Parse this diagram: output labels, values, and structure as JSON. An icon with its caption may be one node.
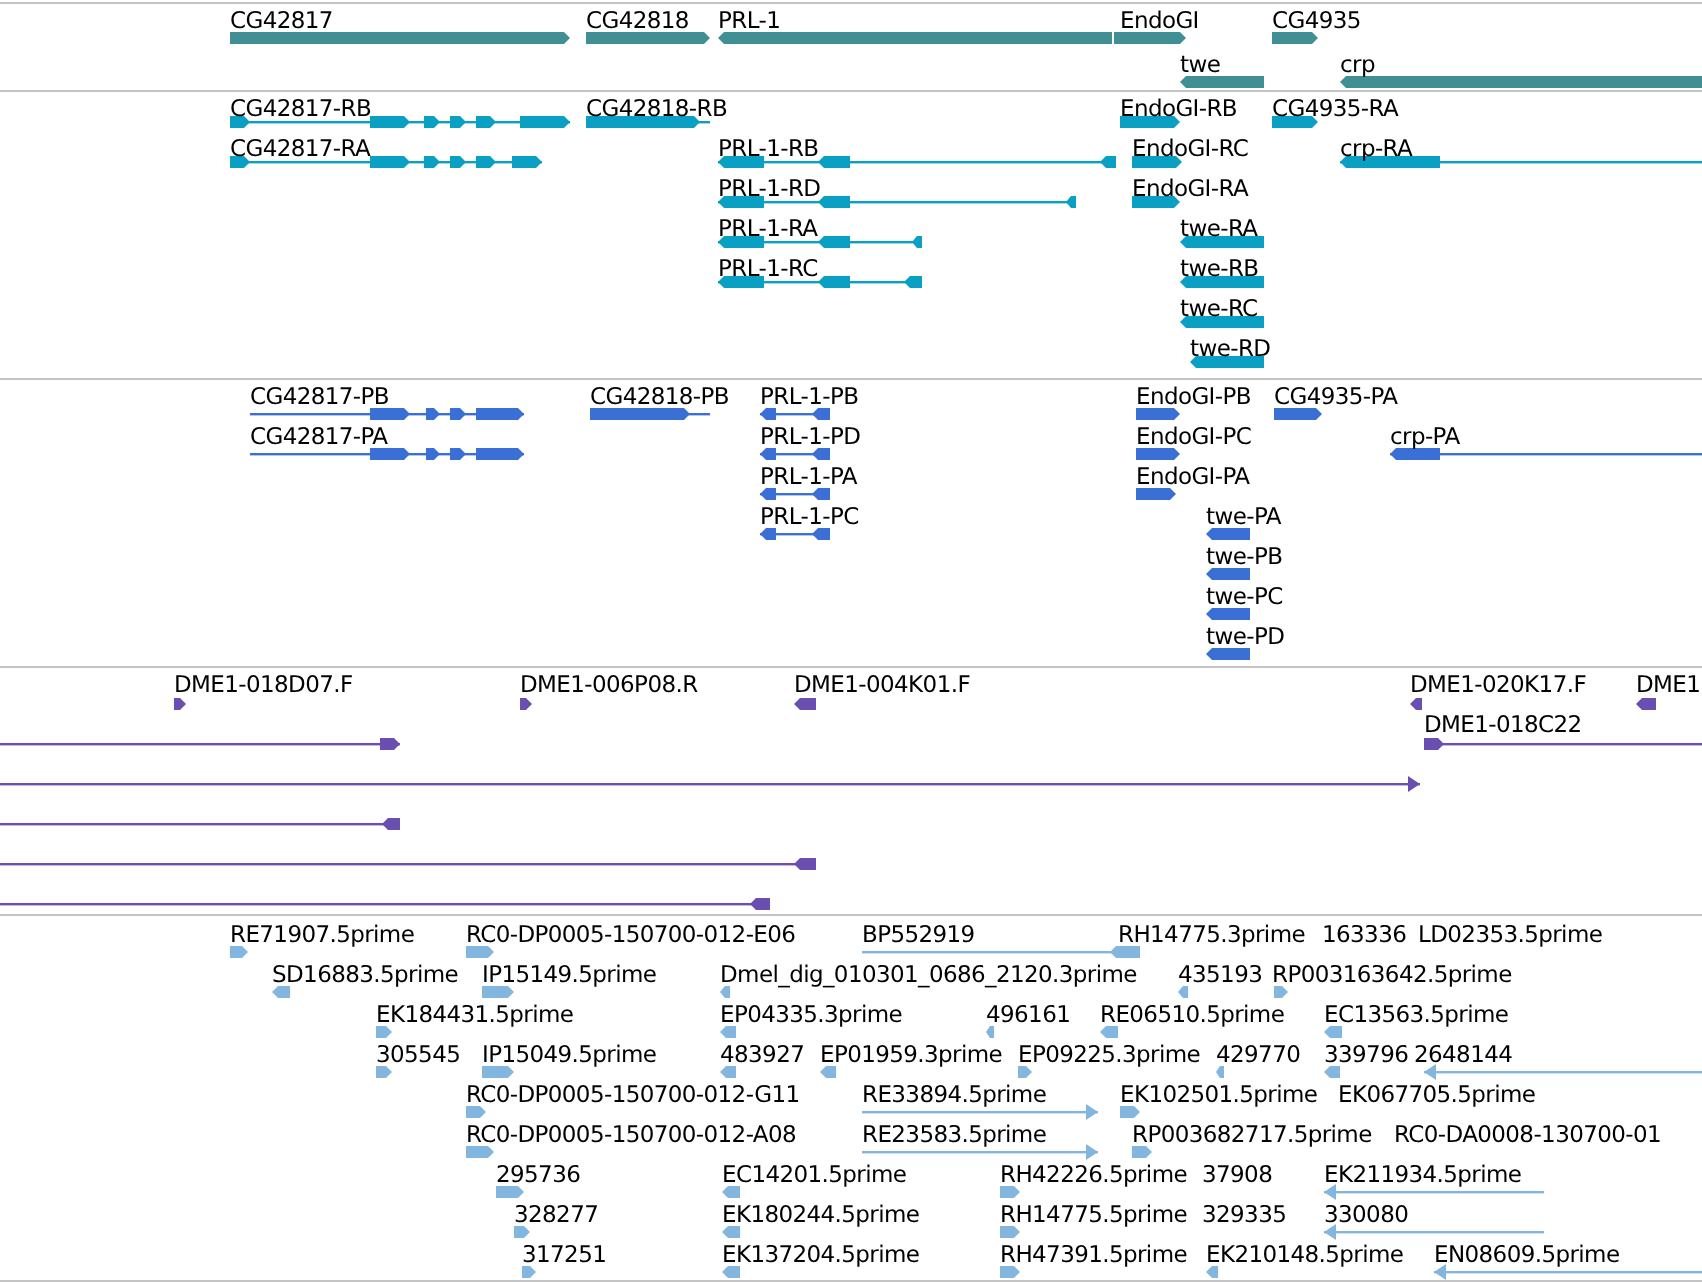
{
  "diagram": {
    "labels": [
      "CG42817",
      "CG42818",
      "PRL-1",
      "EndoGI",
      "CG4935",
      "twe",
      "crp",
      "CG42817-RB",
      "CG42818-RB",
      "EndoGI-RB",
      "CG4935-RA",
      "CG42817-RA",
      "PRL-1-RB",
      "EndoGI-RC",
      "crp-RA",
      "PRL-1-RD",
      "EndoGI-RA",
      "PRL-1-RA",
      "twe-RA",
      "PRL-1-RC",
      "twe-RB",
      "twe-RC",
      "twe-RD",
      "CG42817-PB",
      "CG42818-PB",
      "PRL-1-PB",
      "EndoGI-PB",
      "CG4935-PA",
      "CG42817-PA",
      "PRL-1-PD",
      "EndoGI-PC",
      "crp-PA",
      "PRL-1-PA",
      "EndoGI-PA",
      "PRL-1-PC",
      "twe-PA",
      "twe-PB",
      "twe-PC",
      "twe-PD",
      "DME1-018D07.F",
      "DME1-006P08.R",
      "DME1-004K01.F",
      "DME1-020K17.F",
      "DME1",
      "DME1-018C22",
      "RE71907.5prime",
      "RC0-DP0005-150700-012-E06",
      "BP552919",
      "RH14775.3prime",
      "163336",
      "LD02353.5prime",
      "SD16883.5prime",
      "IP15149.5prime",
      "Dmel_dig_010301_0686_2120.3prime",
      "435193",
      "RP003163642.5prime",
      "EK184431.5prime",
      "EP04335.3prime",
      "496161",
      "RE06510.5prime",
      "EC13563.5prime",
      "305545",
      "IP15049.5prime",
      "483927",
      "EP01959.3prime",
      "EP09225.3prime",
      "429770",
      "339796",
      "2648144",
      "RC0-DP0005-150700-012-G11",
      "RE33894.5prime",
      "EK102501.5prime",
      "EK067705.5prime",
      "RC0-DP0005-150700-012-A08",
      "RE23583.5prime",
      "RP003682717.5prime",
      "RC0-DA0008-130700-01",
      "295736",
      "EC14201.5prime",
      "RH42226.5prime",
      "37908",
      "EK211934.5prime",
      "328277",
      "EK180244.5prime",
      "RH14775.5prime",
      "329335",
      "330080",
      "317251",
      "EK137204.5prime",
      "RH47391.5prime",
      "EK210148.5prime",
      "EN08609.5prime"
    ]
  }
}
